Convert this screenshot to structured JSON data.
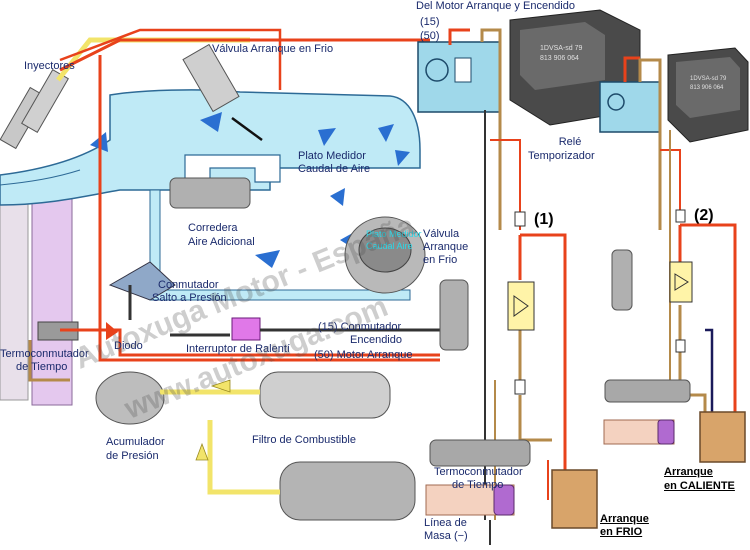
{
  "labels": {
    "top_title": "Del Motor Arranque y Encendido",
    "t15": "(15)",
    "t50": "(50)",
    "inyectores": "Inyectores",
    "valvula_frio_top": "Válvula Arranque en Frio",
    "rele1": "Relé",
    "rele2": "Temporizador",
    "plato1": "Plato Medidor",
    "plato2": "Caudal de Aire",
    "corredera1": "Corredera",
    "corredera2": "Aire Adicional",
    "plato_small1": "Plato Medidor",
    "plato_small2": "Caudal Aire",
    "valv_side1": "Válvula",
    "valv_side2": "Arranque",
    "valv_side3": "en Frio",
    "conmutador1": "Conmutador",
    "conmutador2": "Salto a Presión",
    "termo_left1": "Termoconmutador",
    "termo_left2": "de Tiempo",
    "diodo": "Diodo",
    "interruptor": "Interruptor de Ralentí",
    "c15_1": "(15) Conmutador",
    "c15_2": "Encendido",
    "c50": "(50) Motor Arranque",
    "acumulador1": "Acumulador",
    "acumulador2": "de Presión",
    "filtro": "Filtro de Combustible",
    "termo_bottom1": "Termoconmutador",
    "termo_bottom2": "de Tiempo",
    "linea1": "Línea de",
    "linea2": "Masa (−)",
    "arranque_frio1": "Arranque",
    "arranque_frio2": "en FRIO",
    "arranque_cal1": "Arranque",
    "arranque_cal2": "en CALIENTE",
    "num1": "(1)",
    "num2": "(2)"
  },
  "relay_texts": {
    "line1": "1DVSA-sd 79",
    "line2": "813 906 064"
  },
  "watermark": {
    "line1": "Autoxuga Motor - España",
    "line2": "www.autoxuga.com"
  },
  "colors": {
    "wire_red": "#e8421b",
    "wire_tan": "#b48a4a",
    "wire_yellow": "#f2e46a",
    "wire_dark": "#222222",
    "air_blue": "#bfeaf6",
    "air_arrow": "#2a6fd1",
    "relay_cyan": "#9fd8ea",
    "switch_box": "#d8a46a",
    "valve_yellow": "#fff4a8"
  }
}
